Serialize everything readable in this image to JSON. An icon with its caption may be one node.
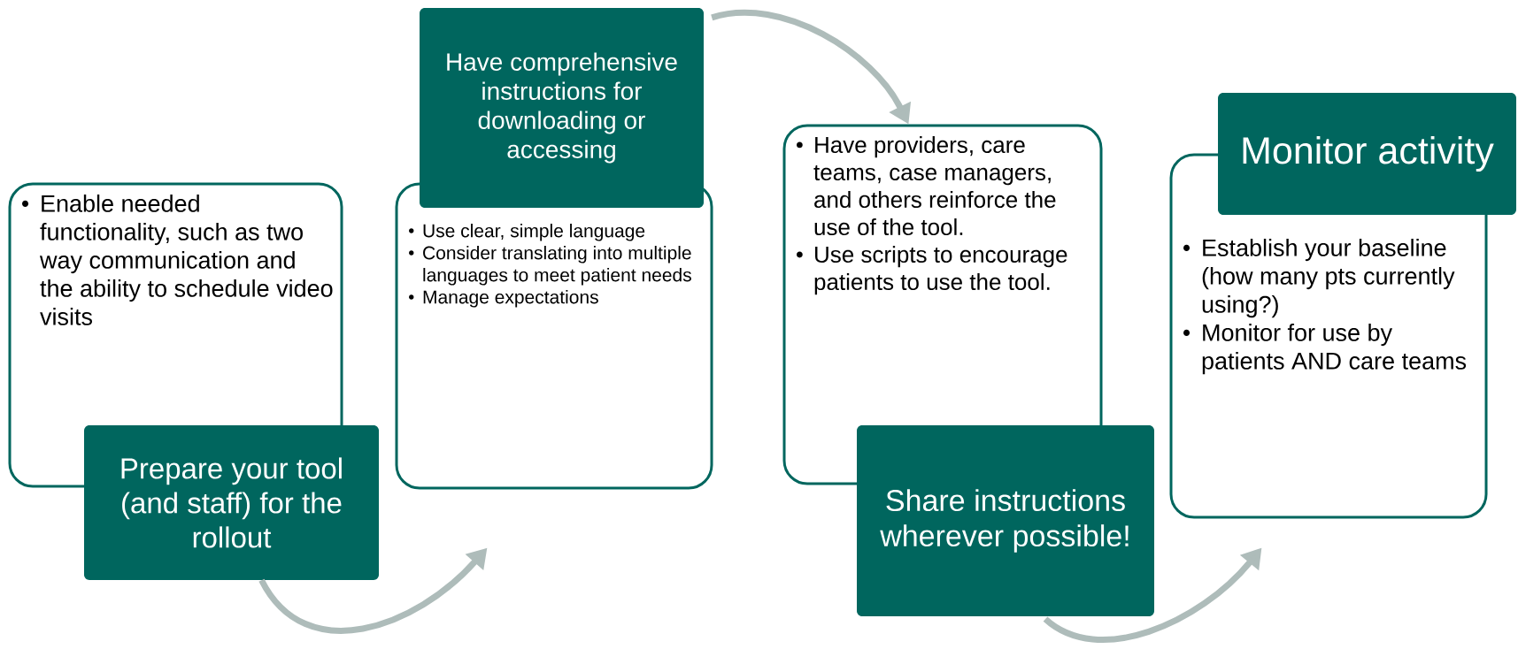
{
  "diagram": {
    "nodes": [
      {
        "text": [
          "Enable needed functionality, such as two way communication and the ability to schedule video visits"
        ]
      },
      {
        "text": [
          "Prepare your tool (and staff) for the rollout"
        ]
      },
      {
        "text": [
          "Have comprehensive instructions for downloading or accessing"
        ]
      },
      {
        "text": [
          "Use clear, simple language",
          "Consider translating into multiple languages to meet patient needs",
          "Manage expectations"
        ]
      },
      {
        "text": [
          "Have providers, care teams, case managers, and others reinforce the use of the tool.",
          "Use scripts to encourage patients to use the tool."
        ]
      },
      {
        "text": [
          "Share instructions wherever possible!"
        ]
      },
      {
        "text": [
          "Monitor activity"
        ]
      },
      {
        "text": [
          "Establish your baseline (how many pts currently using?)",
          "Monitor for use by patients AND care teams"
        ]
      }
    ],
    "edges": [
      {
        "from": 1,
        "to": 3,
        "arrow": "to"
      },
      {
        "from": 2,
        "to": 4,
        "arrow": "to"
      },
      {
        "from": 5,
        "to": 7,
        "arrow": "to"
      }
    ]
  }
}
